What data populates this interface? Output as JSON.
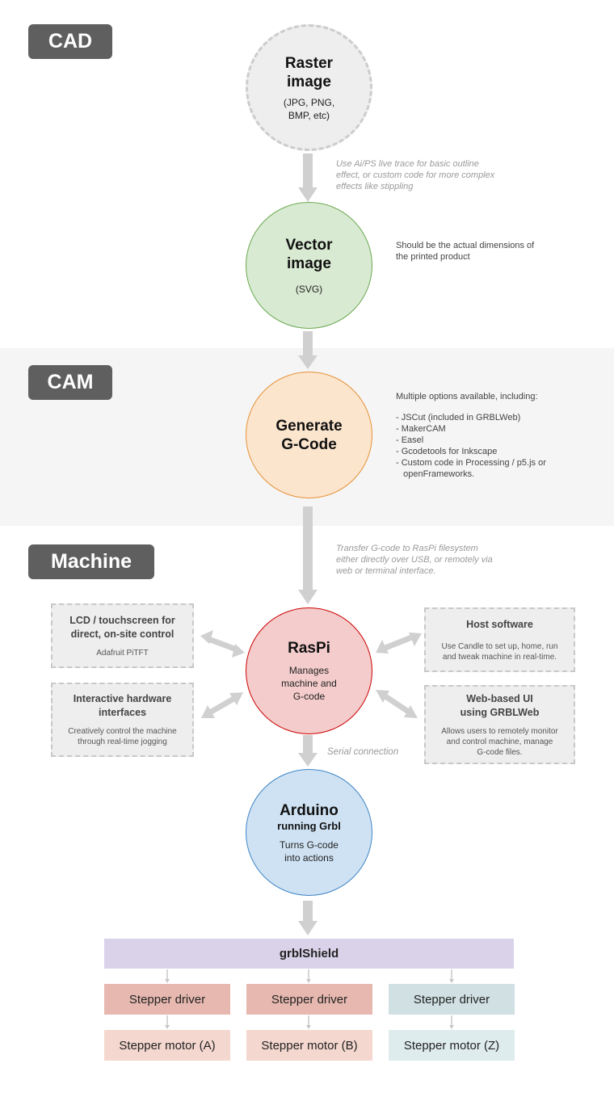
{
  "sections": {
    "cad": "CAD",
    "cam": "CAM",
    "machine": "Machine"
  },
  "nodes": {
    "raster": {
      "title_line1": "Raster",
      "title_line2": "image",
      "sub_line1": "(JPG, PNG,",
      "sub_line2": "BMP, etc)"
    },
    "vector": {
      "title_line1": "Vector",
      "title_line2": "image",
      "sub": "(SVG)"
    },
    "gcode": {
      "title_line1": "Generate",
      "title_line2": "G-Code"
    },
    "raspi": {
      "title": "RasPi",
      "sub_line1": "Manages",
      "sub_line2": "machine and",
      "sub_line3": "G-code"
    },
    "arduino": {
      "title": "Arduino",
      "subtitle": "running Grbl",
      "sub_line1": "Turns G-code",
      "sub_line2": "into actions"
    }
  },
  "notes": {
    "trace": [
      "Use Ai/PS live trace for basic outline",
      "effect, or custom code for more complex",
      "effects like stippling"
    ],
    "dimensions": [
      "Should be the actual dimensions of",
      "the printed product"
    ],
    "options_intro": "Multiple options available, including:",
    "options": [
      "-  JSCut (included in GRBLWeb)",
      "-  MakerCAM",
      "-  Easel",
      "-  Gcodetools for Inkscape",
      "-  Custom code in Processing / p5.js or",
      "   openFrameworks."
    ],
    "transfer": [
      "Transfer G-code to RasPi filesystem",
      "either directly over USB, or remotely via",
      "web or terminal interface."
    ],
    "serial": "Serial connection"
  },
  "peripherals": {
    "lcd": {
      "title_line1": "LCD / touchscreen for",
      "title_line2": "direct, on-site control",
      "desc_line1": "Adafruit PiTFT"
    },
    "hardware": {
      "title_line1": "Interactive hardware",
      "title_line2": "interfaces",
      "desc_line1": "Creatively control the machine",
      "desc_line2": "through real-time jogging"
    },
    "host": {
      "title_line1": "Host software",
      "desc_line1": "Use Candle to set up, home, run",
      "desc_line2": "and tweak machine in real-time."
    },
    "web": {
      "title_line1": "Web-based UI",
      "title_line2": "using GRBLWeb",
      "desc_line1": "Allows users to remotely monitor",
      "desc_line2": "and control machine, manage",
      "desc_line3": "G-code files."
    }
  },
  "hardware_stack": {
    "shield": "grblShield",
    "drivers": [
      "Stepper driver",
      "Stepper driver",
      "Stepper driver"
    ],
    "motors": [
      "Stepper motor (A)",
      "Stepper motor (B)",
      "Stepper motor (Z)"
    ]
  },
  "colors": {
    "tag_bg": "#5f5f5f",
    "band_bg": "#f5f5f5",
    "raster_fill": "#eeeeee",
    "raster_border": "#cccccc",
    "vector_fill": "#d9ead3",
    "vector_border": "#6aa84f",
    "gcode_fill": "#fce5cd",
    "gcode_border": "#e69138",
    "raspi_fill": "#f4cccc",
    "raspi_border": "#cc0000",
    "arduino_fill": "#cfe2f3",
    "arduino_border": "#3d85c6",
    "shield_fill": "#d9d2e9",
    "driver_red": "#e6b8af",
    "motor_red": "#f4d7cf",
    "driver_teal": "#d0e0e3",
    "motor_teal": "#dfecee",
    "arrow": "#d0d0d0"
  }
}
